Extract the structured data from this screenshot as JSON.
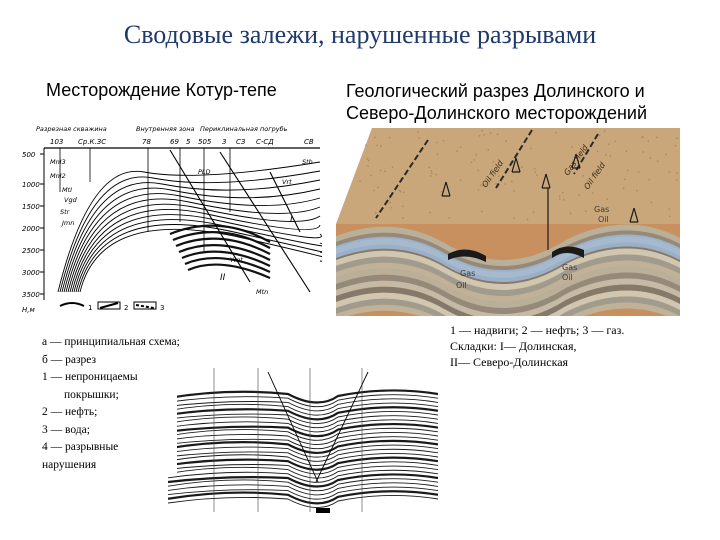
{
  "title": "Сводовые залежи, нарушенные разрывами",
  "left_subtitle": "Месторождение Котур-тепе",
  "right_subtitle_line1": "Геологический разрез Долинского и",
  "right_subtitle_line2": "Северо-Долинского месторождений",
  "left_legend": [
    "а — принципиальная схема;",
    "б — разрез",
    "1 — непроницаемы",
    "покрышки;",
    "2 — нефть;",
    "3 — вода;",
    "4 — разрывные",
    "нарушения"
  ],
  "right_legend": [
    "1 — надвиги; 2 — нефть; 3 — газ.",
    "Складки: I— Долинская,",
    "II— Северо-Долинская"
  ],
  "kotur_figure": {
    "depth_ticks": [
      "500",
      "1000",
      "1500",
      "2000",
      "2500",
      "3000",
      "3500"
    ],
    "depth_unit": "Н,м",
    "top_labels": [
      "Разрезная скважина",
      "Внутренняя зона",
      "Периклинальная погрубь"
    ],
    "well_labels": [
      "103",
      "Ср.К.ЗС",
      "78",
      "69",
      "5",
      "505",
      "3",
      "СЗ",
      "С-СД",
      "СВ"
    ],
    "strata": [
      "MnI3",
      "MnI2",
      "Sth",
      "PLD",
      "Vrt",
      "MtI",
      "Vgd",
      "Str",
      "Jmn",
      "Ymt",
      "Mtn"
    ],
    "roman": [
      "I",
      "II"
    ],
    "legend_marks": [
      "1",
      "2",
      "3"
    ]
  },
  "block_figure": {
    "labels": [
      "Oil field",
      "Gas field",
      "Oil field",
      "Gas",
      "Oil",
      "Gas",
      "Oil",
      "Gas",
      "Oil"
    ]
  },
  "colors": {
    "title": "#1f3a6b",
    "surface": "#c9a77a",
    "block_side": "#c8905f",
    "gas_layer": "#9fb9d6",
    "oil": "#1a1a1a",
    "gray_strata": "#9c9c94"
  }
}
